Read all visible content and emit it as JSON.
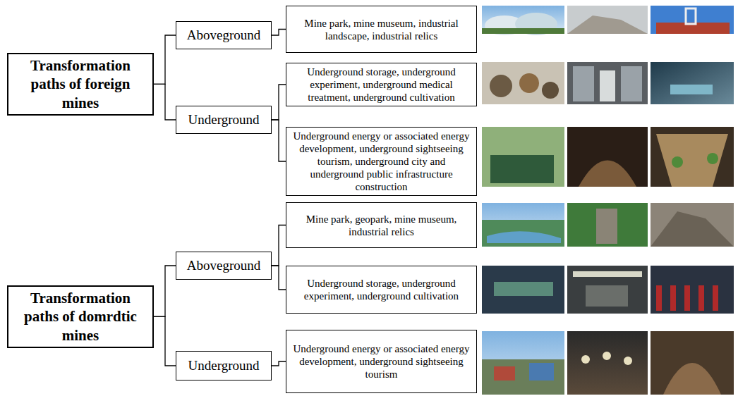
{
  "diagram": {
    "nodes": [
      {
        "text": [
          "Transformation paths of foreign mines"
        ]
      },
      {
        "text": [
          "Aboveground"
        ]
      },
      {
        "text": [
          "Mine park, mine museum, industrial landscape, industrial relics"
        ]
      },
      {
        "text": [
          "Underground"
        ]
      },
      {
        "text": [
          "Underground storage, underground experiment, underground medical treatment, underground cultivation"
        ]
      },
      {
        "text": [
          "Underground energy or associated energy development, underground sightseeing tourism, underground city and underground public infrastructure construction"
        ]
      },
      {
        "text": [
          "Transformation paths of domrdtic mines"
        ]
      },
      {
        "text": [
          "Aboveground"
        ]
      },
      {
        "text": [
          "Mine park, geopark, mine museum, industrial relics"
        ]
      },
      {
        "text": [
          "Underground storage, underground experiment, underground cultivation"
        ]
      },
      {
        "text": [
          "Underground"
        ]
      },
      {
        "text": [
          "Underground energy or associated energy development, underground sightseeing tourism"
        ]
      }
    ],
    "edges": [
      {
        "from": 0,
        "to": 1,
        "arrow": "none"
      },
      {
        "from": 0,
        "to": 3,
        "arrow": "none"
      },
      {
        "from": 1,
        "to": 2,
        "arrow": "none"
      },
      {
        "from": 3,
        "to": 4,
        "arrow": "none"
      },
      {
        "from": 3,
        "to": 5,
        "arrow": "none"
      },
      {
        "from": 6,
        "to": 7,
        "arrow": "none"
      },
      {
        "from": 6,
        "to": 10,
        "arrow": "none"
      },
      {
        "from": 7,
        "to": 8,
        "arrow": "none"
      },
      {
        "from": 7,
        "to": 9,
        "arrow": "none"
      },
      {
        "from": 10,
        "to": 11,
        "arrow": "none"
      }
    ]
  }
}
